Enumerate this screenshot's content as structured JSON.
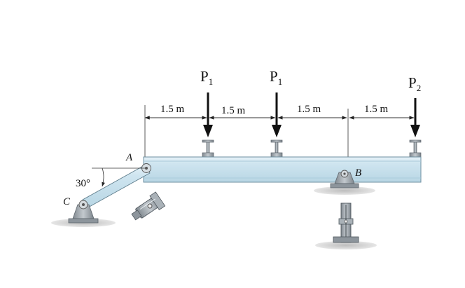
{
  "diagram": {
    "loads": [
      {
        "symbol": "P",
        "subscript": "1"
      },
      {
        "symbol": "P",
        "subscript": "1"
      },
      {
        "symbol": "P",
        "subscript": "2"
      }
    ],
    "dimensions": [
      "1.5 m",
      "1.5 m",
      "1.5 m",
      "1.5 m"
    ],
    "points": {
      "a": "A",
      "b": "B",
      "c": "C"
    },
    "angle": "30°",
    "colors": {
      "beam_fill": "#c9e2ee",
      "beam_top": "#e4f1f7",
      "steel": "#9ea6ad",
      "steel_dark": "#6c747b",
      "ground": "#c7c7c7",
      "ink": "#111111"
    }
  }
}
